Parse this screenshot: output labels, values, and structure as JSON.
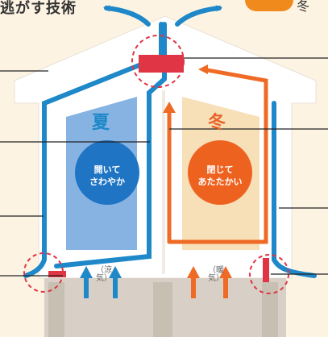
{
  "header": {
    "title": "逃がす技術",
    "winter_word": "冬"
  },
  "rooms": {
    "summer": {
      "season": "夏",
      "line1": "開いて",
      "line2": "さわやか"
    },
    "winter": {
      "season": "冬",
      "line1": "閉じて",
      "line2": "あたたかい"
    }
  },
  "vents": {
    "cool_air": "（涼気）",
    "warm_air": "（暖気）"
  },
  "colors": {
    "cool_flow": "#1e88c9",
    "warm_flow": "#ef6a25",
    "wall": "#ffffff",
    "summer_room": "#86b3e2",
    "winter_room": "#f7dfb8",
    "summer_disc": "#1f74c4",
    "winter_disc": "#ee6220",
    "damper": "#e03545",
    "badge": "#f08a1c"
  }
}
